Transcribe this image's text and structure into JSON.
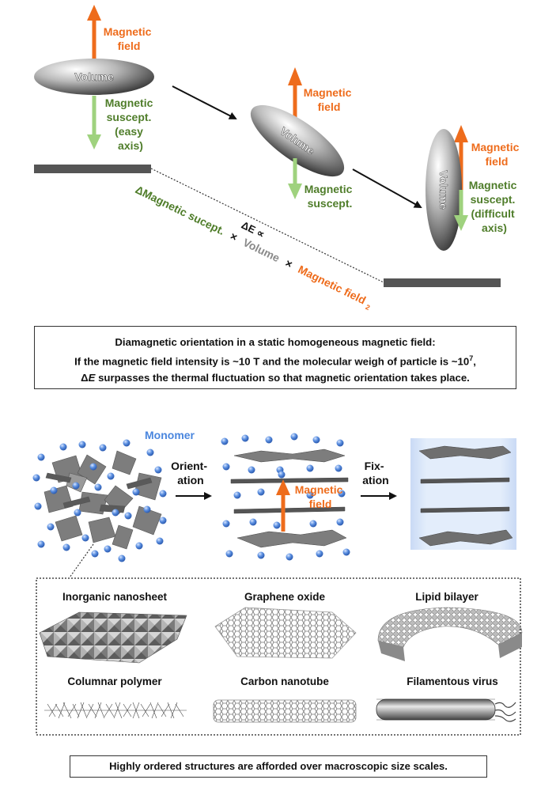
{
  "top": {
    "ellipse1": {
      "label": "Volume",
      "field_label": [
        "Magnetic",
        "field"
      ],
      "suscept_label": [
        "Magnetic",
        "suscept.",
        "(easy",
        "axis)"
      ]
    },
    "ellipse2": {
      "label": "Volume",
      "field_label": [
        "Magnetic",
        "field"
      ],
      "suscept_label": [
        "Magnetic",
        "suscept."
      ]
    },
    "ellipse3": {
      "label": "Volume",
      "field_label": [
        "Magnetic",
        "field"
      ],
      "suscept_label": [
        "Magnetic",
        "suscept.",
        "(difficult",
        "axis)"
      ]
    },
    "energy": {
      "delta_magnetic": "ΔMagnetic sucept.",
      "delta_e": "ΔE ∝",
      "times": "×",
      "volume": "Volume",
      "field": "Magnetic field",
      "superscript": "2"
    }
  },
  "info_box": {
    "line1": "Diamagnetic orientation in a static homogeneous magnetic field:",
    "line2": "If the magnetic field intensity is ~10 T and the molecular weigh of particle is ~10",
    "line2_sup": "7",
    "line2_end": ",",
    "line3_pre": "Δ",
    "line3_e": "E",
    "line3_post": " surpasses the thermal fluctuation so that magnetic orientation takes place."
  },
  "process": {
    "monomer": "Monomer",
    "orientation": [
      "Orient-",
      "ation"
    ],
    "fixation": [
      "Fix-",
      "ation"
    ],
    "field_label": [
      "Magnetic",
      "field"
    ]
  },
  "materials": [
    {
      "name": "Inorganic nanosheet"
    },
    {
      "name": "Graphene oxide"
    },
    {
      "name": "Lipid bilayer"
    },
    {
      "name": "Columnar polymer"
    },
    {
      "name": "Carbon nanotube"
    },
    {
      "name": "Filamentous virus"
    }
  ],
  "bottom_box": {
    "text": "Highly ordered structures are afforded over macroscopic size scales."
  },
  "colors": {
    "orange": "#ee6c1c",
    "green": "#4f7d2a",
    "light_green": "#9fd27e",
    "blue_dot": "#5b8fe0",
    "label_blue": "#4a86de"
  }
}
